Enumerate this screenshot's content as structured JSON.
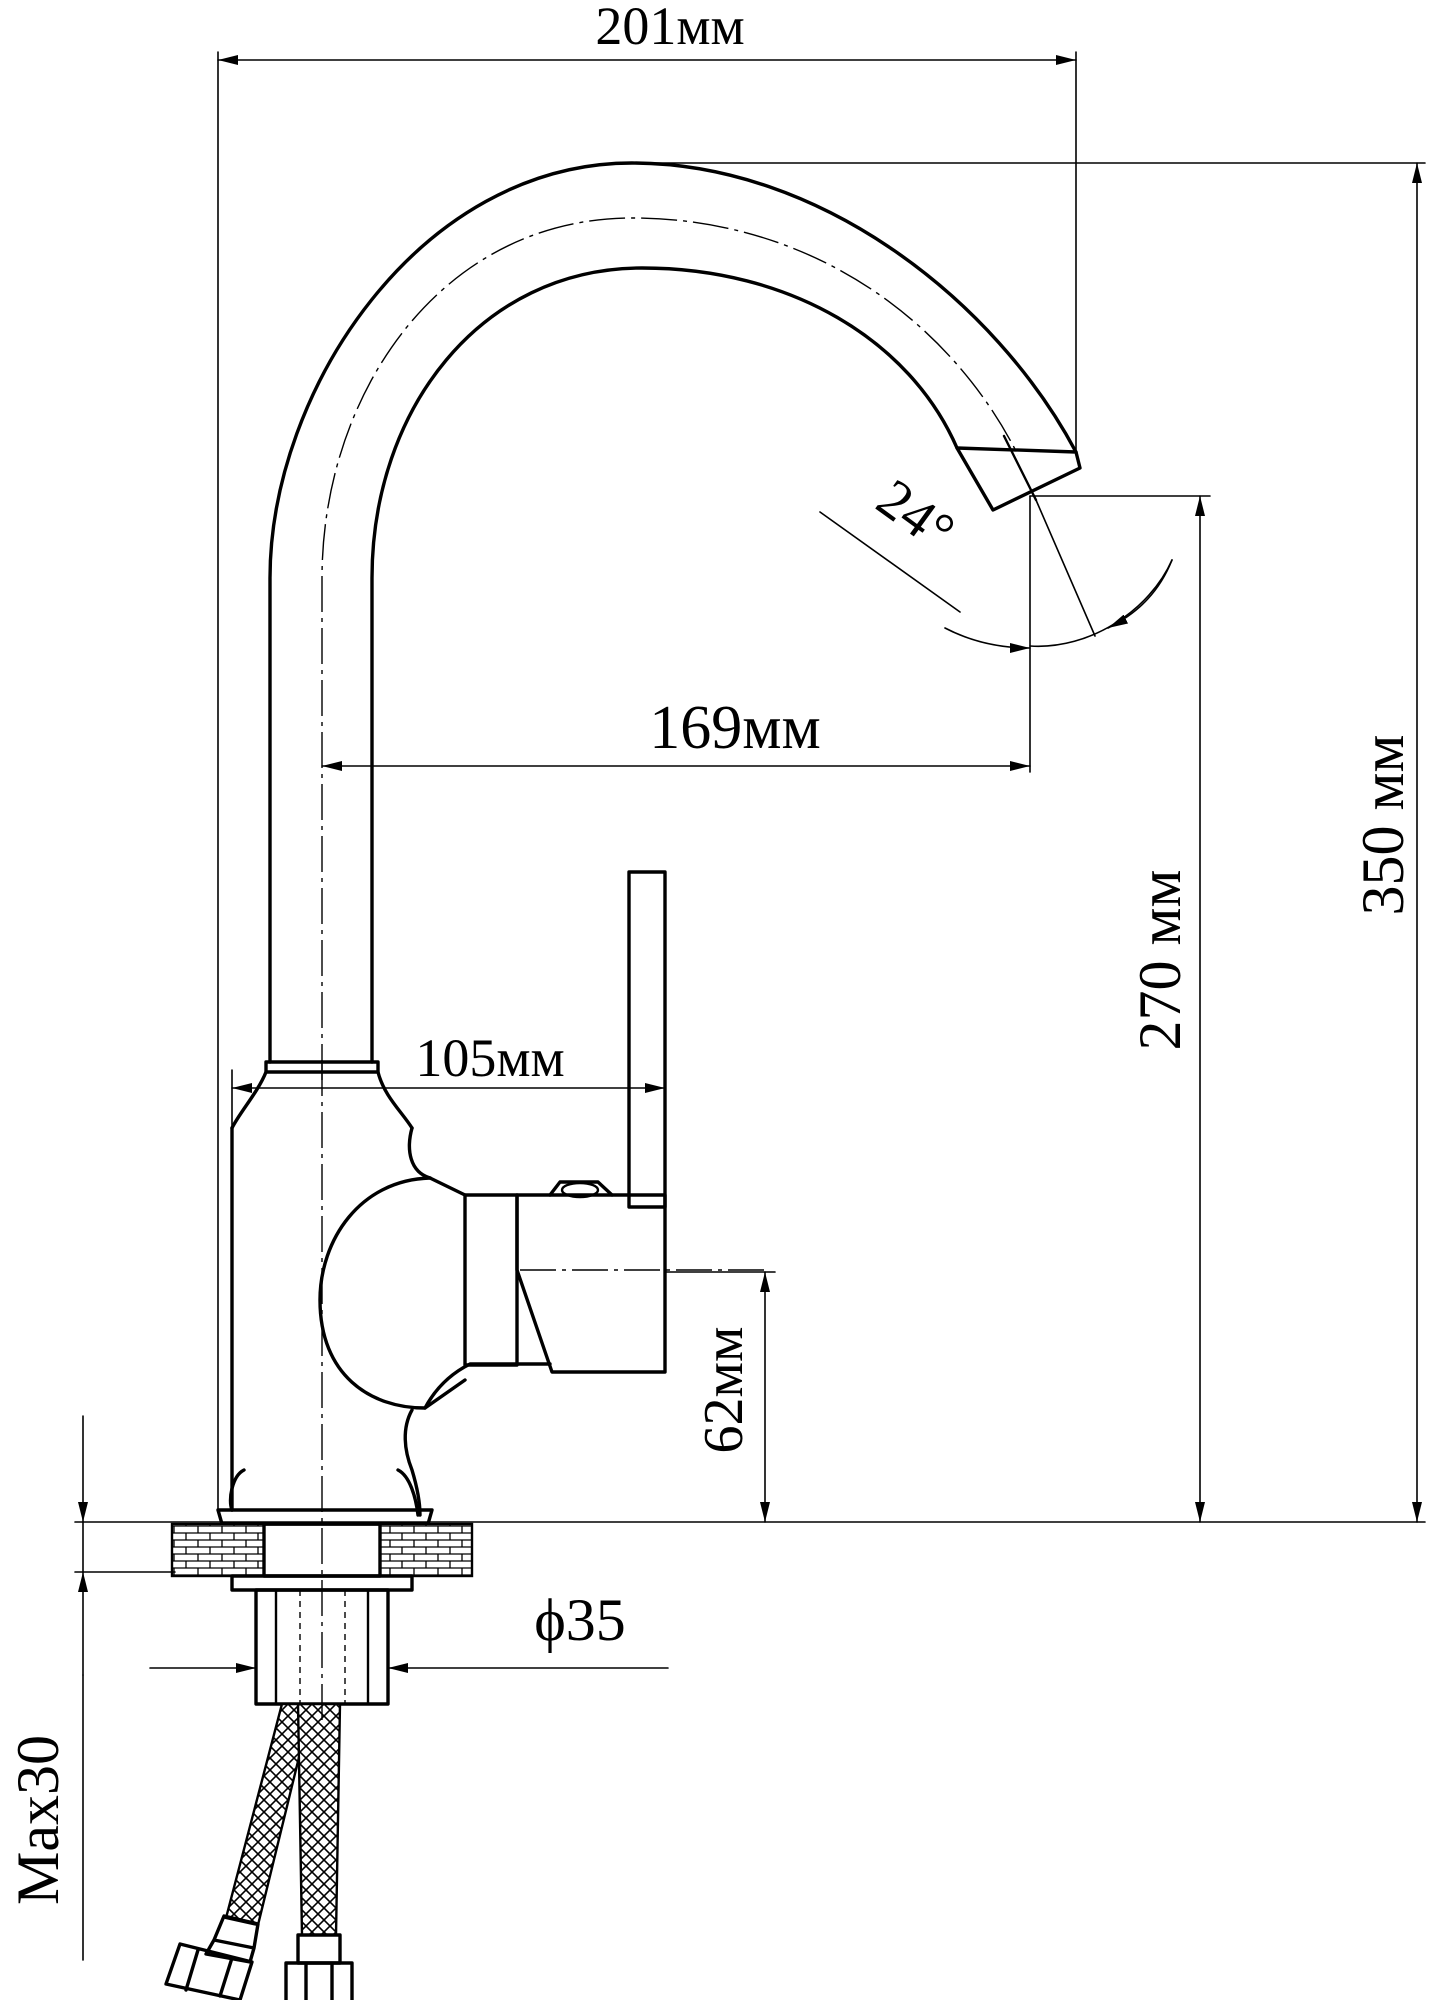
{
  "dimensions": {
    "top_width": "201мм",
    "reach": "169мм",
    "height_spout": "270 мм",
    "height_total": "350 мм",
    "handle_offset": "105мм",
    "handle_height": "62мм",
    "thread_diameter": "ϕ35",
    "max_countertop": "Max30",
    "angle": "24°"
  }
}
